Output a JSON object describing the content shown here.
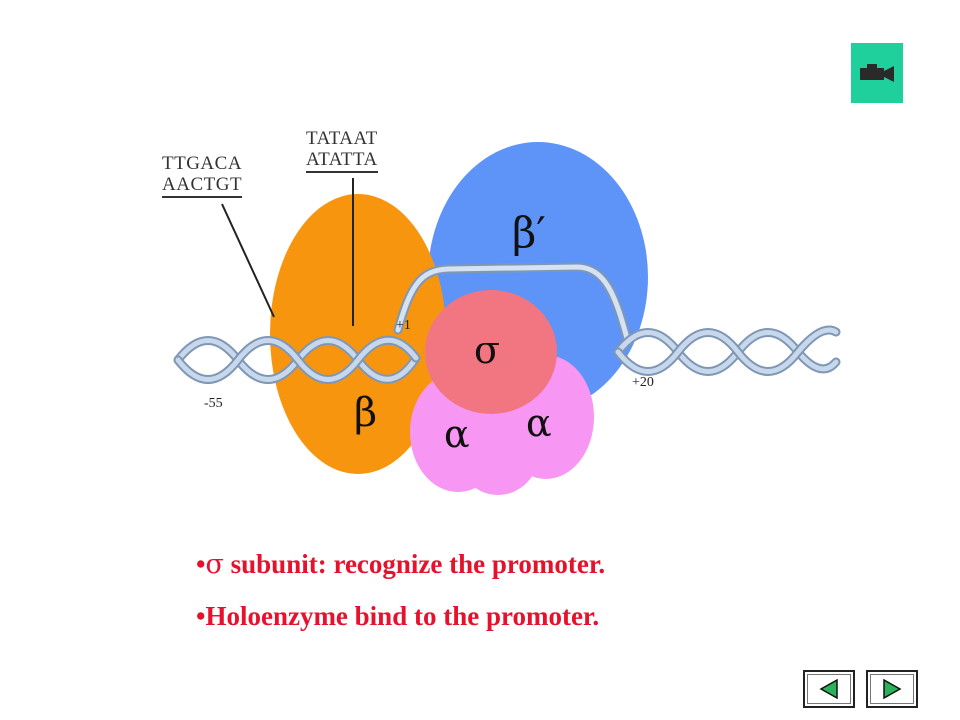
{
  "toolbar": {
    "video_icon": "video-camera-icon",
    "accent": "#1fcf9c"
  },
  "diagram": {
    "sequence_35": {
      "top": "TTGACA",
      "bottom": "AACTGT"
    },
    "sequence_10": {
      "top": "TATAAT",
      "bottom": "ATATTA"
    },
    "positions": {
      "minus55": "-55",
      "plus1": "+1",
      "plus20": "+20"
    },
    "subunits": {
      "beta_prime": "β′",
      "beta": "β",
      "sigma": "σ",
      "alpha_left": "α",
      "alpha_right": "α"
    },
    "colors": {
      "beta": "#f7950f",
      "beta_prime": "#5e94f8",
      "sigma": "#f17682",
      "alpha": "#f896f3",
      "dna": "#b4c8e0"
    }
  },
  "text": {
    "bullet1_symbol": "σ",
    "bullet1": " subunit: recognize the promoter.",
    "bullet2": "Holoenzyme bind to the promoter."
  },
  "nav": {
    "prev_icon": "arrow-left-icon",
    "next_icon": "arrow-right-icon",
    "arrow_color": "#2ab15a"
  }
}
